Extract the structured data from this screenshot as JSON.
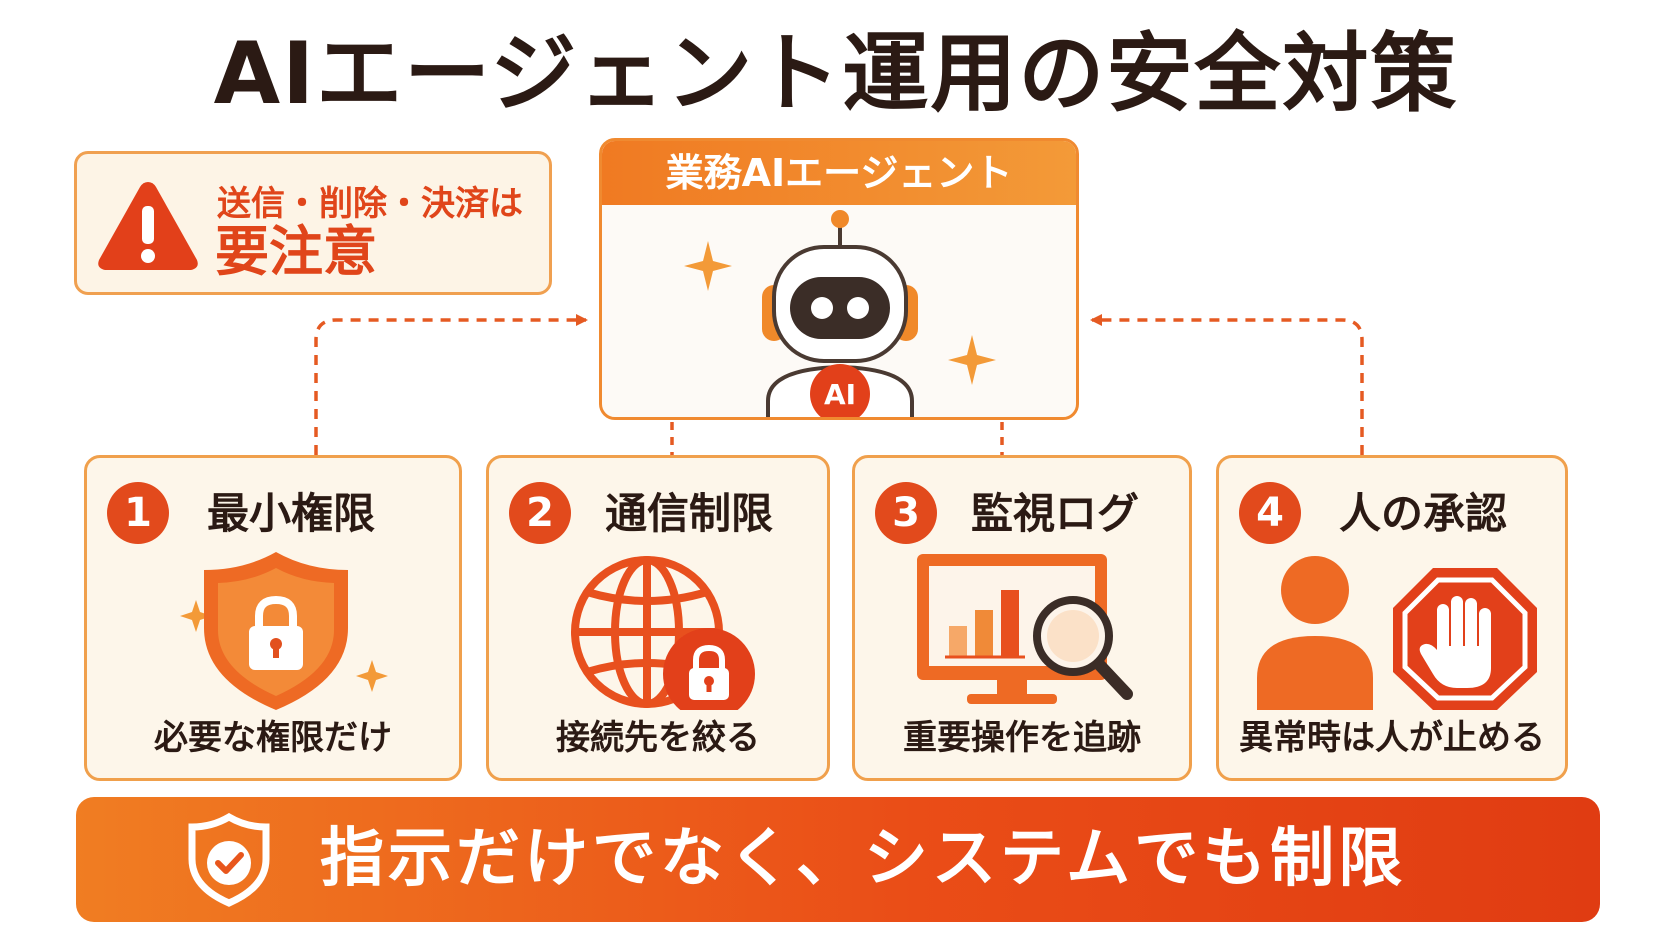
{
  "title": "AIエージェント運用の安全対策",
  "warning": {
    "line1": "送信・削除・決済は",
    "line2": "要注意",
    "icon": "warning-triangle-icon"
  },
  "agent": {
    "header": "業務AIエージェント",
    "badge": "AI",
    "icon": "robot-icon"
  },
  "measures": [
    {
      "number": "1",
      "title": "最小権限",
      "description": "必要な権限だけ",
      "icon": "shield-lock-icon"
    },
    {
      "number": "2",
      "title": "通信制限",
      "description": "接続先を絞る",
      "icon": "globe-lock-icon"
    },
    {
      "number": "3",
      "title": "監視ログ",
      "description": "重要操作を追跡",
      "icon": "monitor-magnifier-icon"
    },
    {
      "number": "4",
      "title": "人の承認",
      "description": "異常時は人が止める",
      "icon": "person-stop-hand-icon"
    }
  ],
  "banner": {
    "text": "指示だけでなく、システムでも制限",
    "icon": "shield-check-icon"
  },
  "colors": {
    "accent": "#e24a1c",
    "orange": "#f07a22",
    "border": "#f0a04c",
    "card_bg": "#fdf6ea",
    "text_dark": "#2b1a14"
  }
}
